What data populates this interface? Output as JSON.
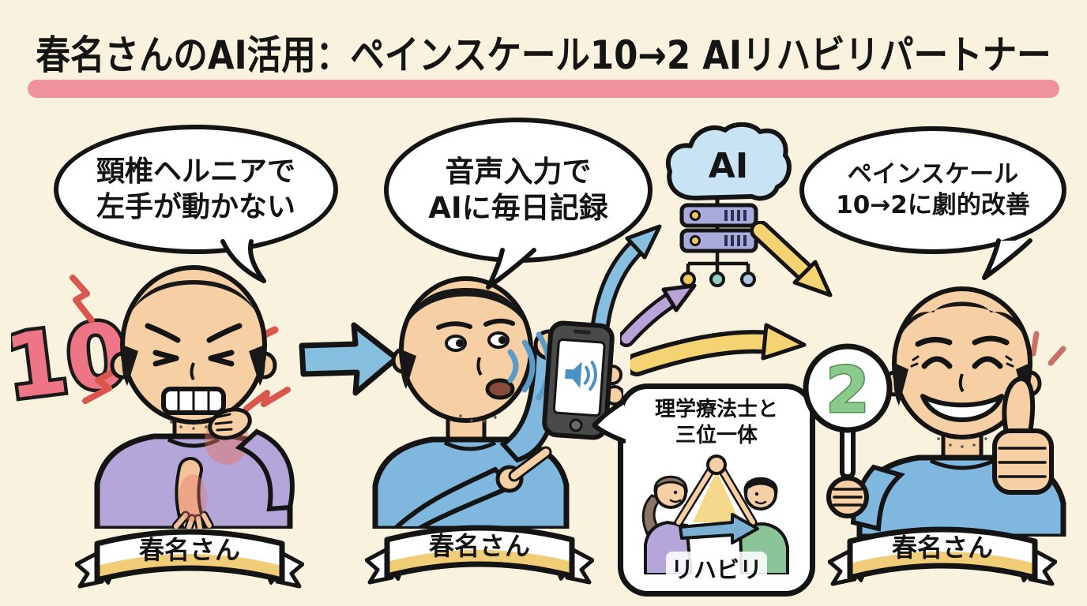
{
  "title": {
    "text": "春名さんのAI活用：ペインスケール10→2 AIリハビリパートナー"
  },
  "panels": {
    "before": {
      "bubble": [
        "頸椎ヘルニアで",
        "左手が動かない"
      ],
      "pain_score": "10",
      "name": "春名さん"
    },
    "recording": {
      "bubble": [
        "音声入力で",
        "AIに毎日記録"
      ],
      "name": "春名さん"
    },
    "after": {
      "bubble": [
        "ペインスケール",
        "10→2に劇的改善"
      ],
      "pain_score": "2",
      "name": "春名さん"
    }
  },
  "ai": {
    "label": "AI"
  },
  "rehab": {
    "title": [
      "理学療法士と",
      "三位一体"
    ],
    "caption": "リハビリ"
  },
  "colors": {
    "background": "#f8f2df",
    "title_underline_pink": "#f0919e",
    "pain_bolt_red": "#d9574d",
    "pain_score_pink": "#ed7585",
    "improved_green": "#8cc98c",
    "arrow_blue": "#85bede",
    "arrow_yellow": "#f5d272",
    "arrow_purple": "#b9a2d8",
    "ai_cloud_blue": "#c8e4f4",
    "server_purple": "#a9abdd",
    "shirt_purple": "#b4a6d8",
    "shirt_blue": "#7fb7de",
    "therapist_shirt_green": "#8cc49a",
    "banner_gold": "#f2cd77",
    "skin": "#f6cfa4"
  }
}
